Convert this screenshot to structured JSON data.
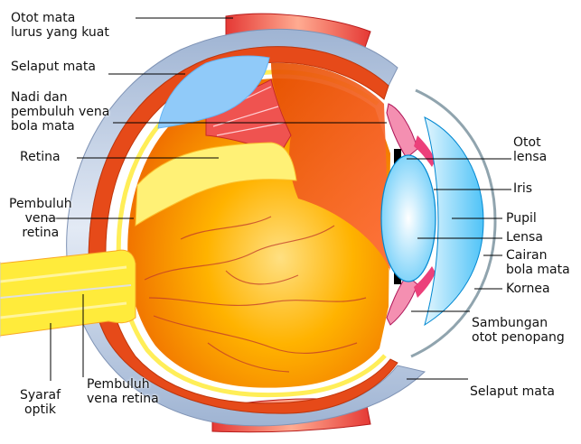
{
  "labels": {
    "otot_mata_lurus": [
      "Otot mata",
      "lurus yang kuat"
    ],
    "selaput_mata_top": [
      "Selaput mata"
    ],
    "nadi_pembuluh": [
      "Nadi dan",
      "pembuluh vena",
      "bola mata"
    ],
    "retina": [
      "Retina"
    ],
    "pembuluh_vena_retina_left": [
      "Pembuluh",
      "vena",
      "retina"
    ],
    "syaraf_optik": [
      "Syaraf",
      "optik"
    ],
    "pembuluh_vena_retina_bottom": [
      "Pembuluh",
      "vena retina"
    ],
    "otot_lensa": [
      "Otot",
      "lensa"
    ],
    "iris": [
      "Iris"
    ],
    "pupil": [
      "Pupil"
    ],
    "lensa": [
      "Lensa"
    ],
    "cairan_bola_mata": [
      "Cairan",
      "bola mata"
    ],
    "kornea": [
      "Kornea"
    ],
    "sambungan_otot": [
      "Sambungan",
      "otot penopang"
    ],
    "selaput_mata_bottom": [
      "Selaput mata"
    ]
  },
  "colors": {
    "interior": "#f57f17",
    "interior_light": "#ffd54f",
    "retina": "#fff176",
    "choroid": "#e53935",
    "sclera": "#b0c4de",
    "cornea": "#bfe3f7",
    "lens": "#e1f5fe",
    "muscle": "#ef5350",
    "nerve": "#ffeb3b",
    "ciliary": "#f48fb1"
  }
}
